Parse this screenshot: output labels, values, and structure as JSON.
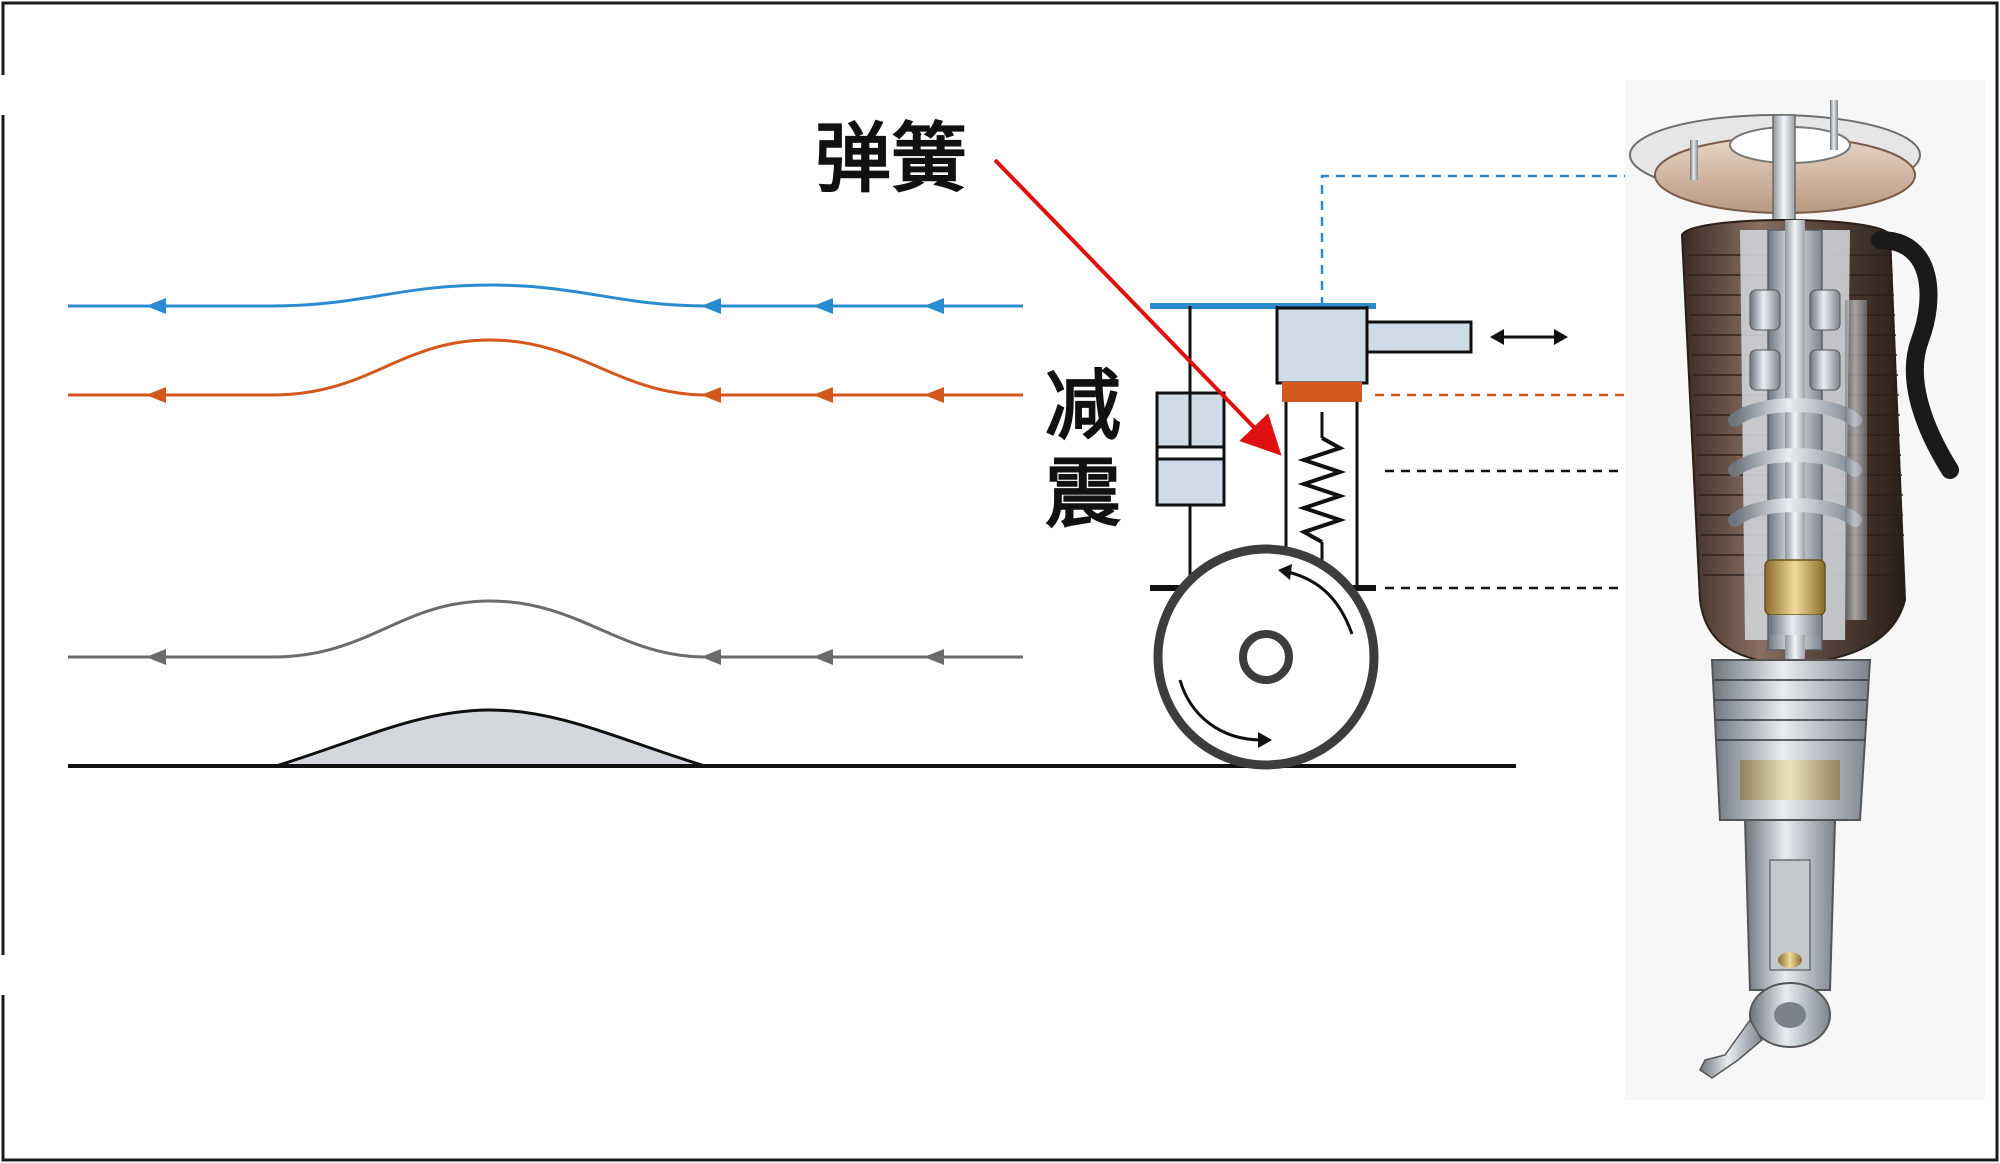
{
  "labels": {
    "spring": "弹簧",
    "damper_char_1": "减",
    "damper_char_2": "震"
  },
  "colors": {
    "frame": "#1a1a1a",
    "body_line": "#2b8bd0",
    "mid_line": "#d2581b",
    "wheel_line": "#6b6b6b",
    "ground": "#111111",
    "bump_fill": "#d4d8dc",
    "pointer_arrow": "#e01010",
    "chamber_fill": "#cfdbe6",
    "piston_fill": "#d2581b"
  },
  "icons": {
    "lateral_motion": "double-headed-arrow-icon",
    "wheel_rotation": "rotation-arrow-icon"
  }
}
